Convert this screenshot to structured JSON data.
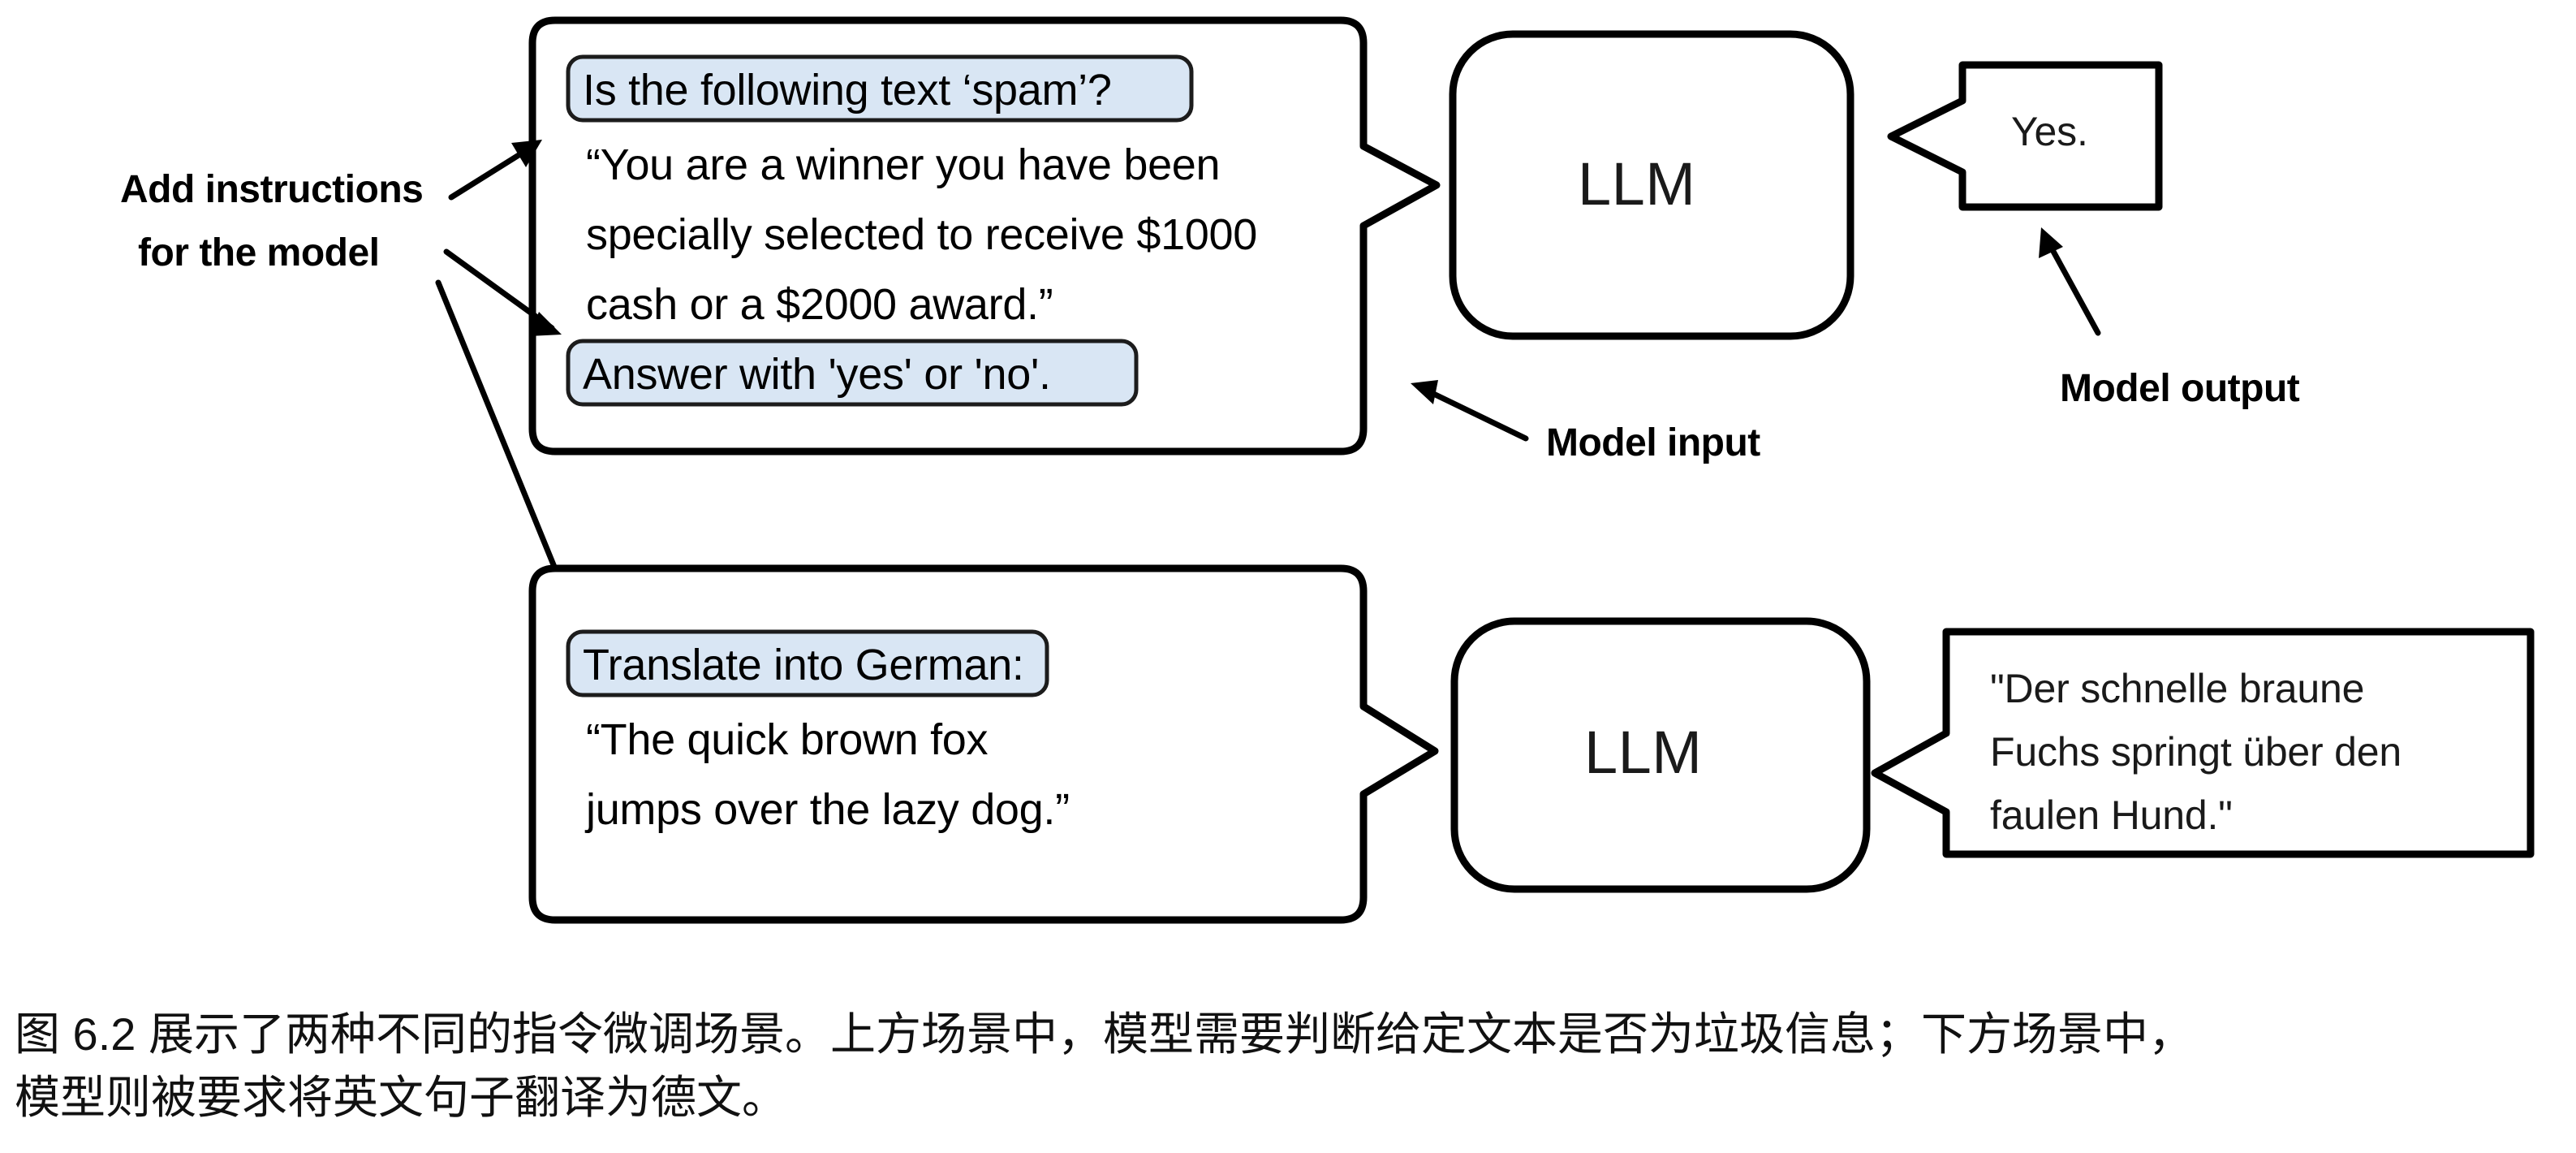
{
  "figure": {
    "title": "Instruction fine-tuning scenarios diagram",
    "background_color": "#ffffff",
    "accent_highlight_color": "#d9e6f4",
    "stroke_color": "#000000"
  },
  "annotations": {
    "add_instructions_line1": "Add instructions",
    "add_instructions_line2": "for the model",
    "model_input_label": "Model input",
    "model_output_label": "Model output"
  },
  "scenarios": [
    {
      "id": "spam-classification",
      "input": {
        "instruction_chip": "Is the following text ‘spam’?",
        "body_lines": [
          "“You are a winner you have been",
          "specially selected to receive $1000",
          "cash or a $2000 award.”"
        ],
        "format_chip": "Answer with 'yes' or 'no'."
      },
      "model": {
        "label": "LLM"
      },
      "output": {
        "lines": [
          "Yes."
        ]
      }
    },
    {
      "id": "german-translation",
      "input": {
        "instruction_chip": "Translate into German:",
        "body_lines": [
          "“The quick brown fox",
          "jumps over the lazy dog.”"
        ],
        "format_chip": null
      },
      "model": {
        "label": "LLM"
      },
      "output": {
        "lines": [
          "\"Der schnelle braune",
          "Fuchs springt über den",
          "faulen Hund.\""
        ]
      }
    }
  ],
  "caption": {
    "line1": "图 6.2 展示了两种不同的指令微调场景。上方场景中，模型需要判断给定文本是否为垃圾信息；下方场景中，",
    "line2": "模型则被要求将英文句子翻译为德文。"
  }
}
